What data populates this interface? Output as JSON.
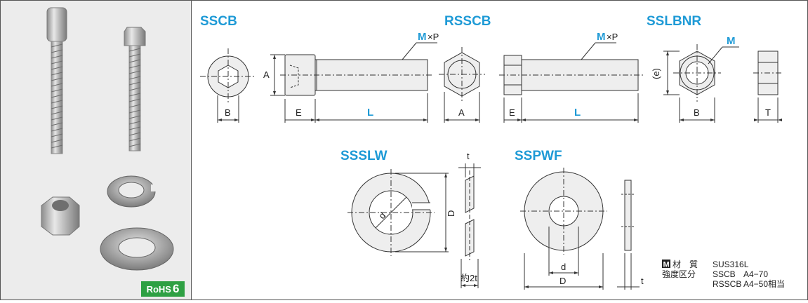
{
  "badge": {
    "rohs": "RoHS",
    "rohs_num": "6"
  },
  "parts": {
    "sscb": "SSCB",
    "rsscb": "RSSCB",
    "sslbnr": "SSLBNR",
    "ssslw": "SSSLW",
    "sspwf": "SSPWF"
  },
  "dims": {
    "m": "M",
    "xp": "×P",
    "a": "A",
    "b": "B",
    "e": "E",
    "l": "L",
    "e_paren": "(e)",
    "t": "T",
    "d_upper": "D",
    "d_lower": "d",
    "t_lower": "t",
    "approx_2t": "約2t"
  },
  "spec": {
    "m_badge": "M",
    "material_label": "材　質",
    "material_value": "SUS316L",
    "strength_label": "強度区分",
    "row1_part": "SSCB",
    "row1_value": "A4−70",
    "row2_part": "RSSCB",
    "row2_value": "A4−50相当"
  },
  "colors": {
    "accent": "#1e9ad6",
    "rohs_green": "#2ea043",
    "part_fill": "#eeeeee",
    "line": "#333333"
  }
}
